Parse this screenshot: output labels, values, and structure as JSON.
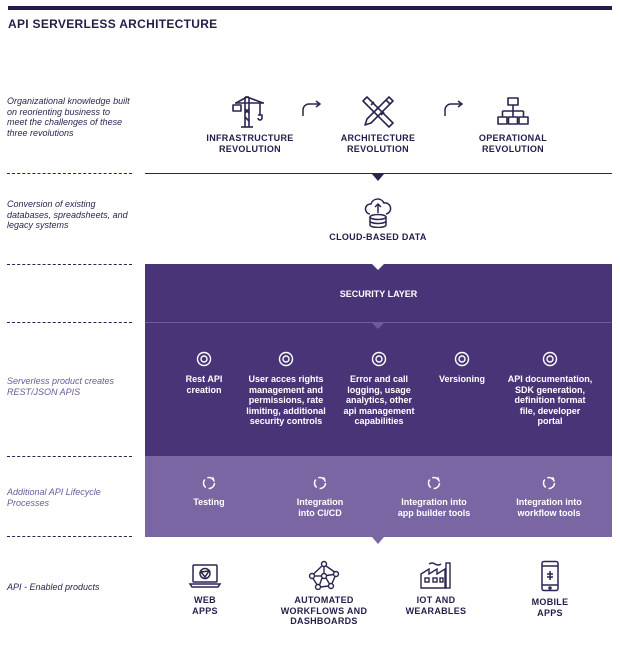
{
  "title": "API SERVERLESS ARCHITECTURE",
  "rows": {
    "revolutions_note": "Organizational knowledge built on reorienting business to meet the challenges of these three revolutions",
    "conversion_note": "Conversion of existing databases, spreadsheets, and legacy systems",
    "serverless_note": "Serverless product creates REST/JSON APIS",
    "lifecycle_note": "Additional API Lifecycle Processes",
    "enabled_note": "API - Enabled products"
  },
  "revolutions": [
    {
      "line1": "INFRASTRUCTURE",
      "line2": "REVOLUTION",
      "icon": "crane-icon"
    },
    {
      "line1": "ARCHITECTURE",
      "line2": "REVOLUTION",
      "icon": "ruler-pencil-icon"
    },
    {
      "line1": "OPERATIONAL",
      "line2": "REVOLUTION",
      "icon": "org-chart-icon"
    }
  ],
  "cloud": {
    "label": "CLOUD-BASED DATA",
    "icon": "cloud-database-icon"
  },
  "security": {
    "label": "SECURITY LAYER"
  },
  "api_features": [
    {
      "l1": "Rest API",
      "l2": "creation",
      "l3": "",
      "l4": "",
      "l5": ""
    },
    {
      "l1": "User acces rights",
      "l2": "management and",
      "l3": "permissions, rate",
      "l4": "limiting, additional",
      "l5": "security controls"
    },
    {
      "l1": "Error and call",
      "l2": "logging, usage",
      "l3": "analytics, other",
      "l4": "api management",
      "l5": "capabilities"
    },
    {
      "l1": "Versioning",
      "l2": "",
      "l3": "",
      "l4": "",
      "l5": ""
    },
    {
      "l1": "API documentation,",
      "l2": "SDK generation,",
      "l3": "definition format",
      "l4": "file, developer",
      "l5": "portal"
    }
  ],
  "lifecycle": [
    {
      "l1": "Testing",
      "l2": ""
    },
    {
      "l1": "Integration",
      "l2": "into CI/CD"
    },
    {
      "l1": "Integration into",
      "l2": "app builder tools"
    },
    {
      "l1": "Integration into",
      "l2": "workflow tools"
    }
  ],
  "products": [
    {
      "l1": "WEB",
      "l2": "APPS",
      "l3": "",
      "icon": "laptop-icon"
    },
    {
      "l1": "AUTOMATED",
      "l2": "WORKFLOWS AND",
      "l3": "DASHBOARDS",
      "icon": "network-icon"
    },
    {
      "l1": "IOT AND",
      "l2": "WEARABLES",
      "l3": "",
      "icon": "factory-icon"
    },
    {
      "l1": "MOBILE",
      "l2": "APPS",
      "l3": "",
      "icon": "smartphone-icon"
    }
  ],
  "colors": {
    "navy": "#231d4a",
    "panel_dark": "#4a3478",
    "panel_light": "#7a66a3",
    "text_light": "#6b5a98"
  }
}
